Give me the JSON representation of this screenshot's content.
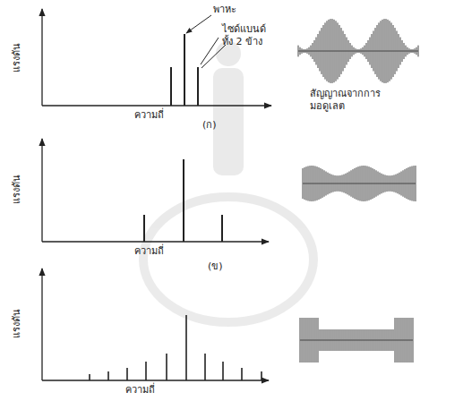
{
  "diagram": {
    "labels": [
      "แรงดัน",
      "พาหะ",
      "ไซด์แบนด์ ทั้ง 2 ข้าง",
      "ความถี่",
      "(ก)",
      "สัญญาณจากการ มอดูเลต",
      "แรงดัน",
      "ความถี่",
      "(ข)",
      "แรงดัน",
      "ความถี่"
    ]
  }
}
